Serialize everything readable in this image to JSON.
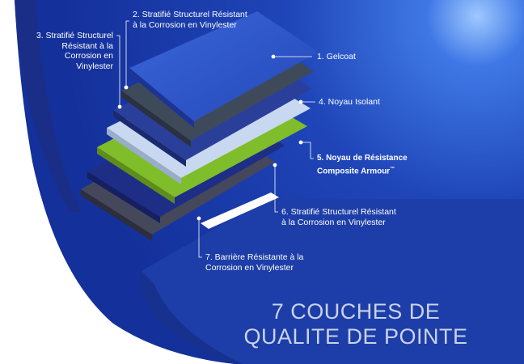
{
  "colors": {
    "gelcoat": "#2f57cc",
    "structural_dark": "#1e2e86",
    "insulating_core": "#c8d8f0",
    "armour_core": "#7fbd2a",
    "barrier_gray": "#45485a",
    "background_blue": "#1b3aa8"
  },
  "labels": [
    {
      "id": "1",
      "text": "1. Gelcoat"
    },
    {
      "id": "2",
      "text": "2. Stratifié Structurel Résistant\nà la Corrosion en Vinylester"
    },
    {
      "id": "3",
      "text": "3. Stratifié Structurel\nRésistant à la\nCorrosion en\nVinylester"
    },
    {
      "id": "4",
      "text": "4. Noyau Isolant"
    },
    {
      "id": "5",
      "text": "5. Noyau de Résistance\nComposite Armour",
      "mark": "™"
    },
    {
      "id": "6",
      "text": "6. Stratifié Structurel Résistant\nà la Corrosion en Vinylester"
    },
    {
      "id": "7",
      "text": "7. Barrière Résistante à la\nCorrosion en Vinylester"
    }
  ],
  "headline": "7 COUCHES DE\nQUALITE DE POINTE"
}
